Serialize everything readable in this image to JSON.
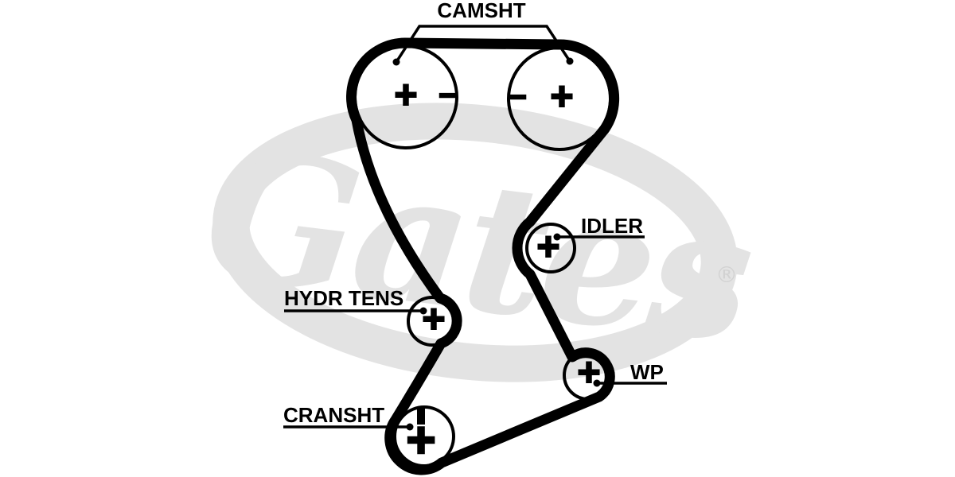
{
  "colors": {
    "background": "#ffffff",
    "diagram_line": "#000000",
    "watermark": "#e3e3e3",
    "registered_symbol": "#d2d2d2"
  },
  "watermark": {
    "brand": "Gates",
    "registered_symbol": "®"
  },
  "components": {
    "camshaft": {
      "label": "CAMSHT",
      "left_pulley": {
        "center_mark": "+",
        "right_mark": "−"
      },
      "right_pulley": {
        "left_mark": "−",
        "center_mark": "+"
      }
    },
    "idler": {
      "label": "IDLER",
      "mark": "+"
    },
    "tensioner": {
      "label": "HYDR TENS",
      "mark": "+"
    },
    "water_pump": {
      "label": "WP",
      "mark": "+"
    },
    "crankshaft": {
      "label": "CRANSHT",
      "mark": "+"
    }
  }
}
